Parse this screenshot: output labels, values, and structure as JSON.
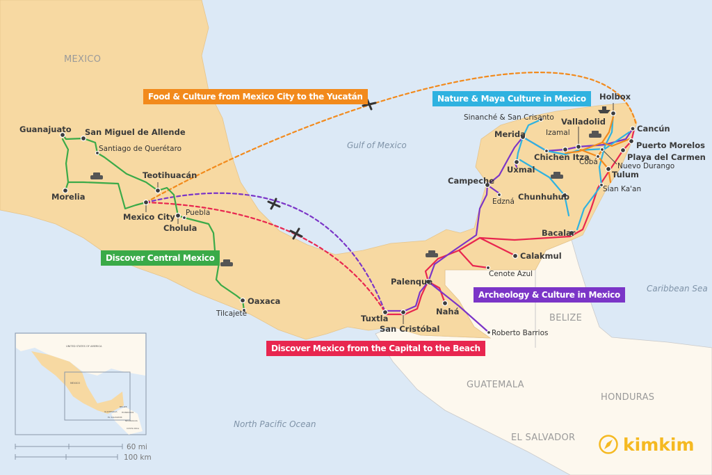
{
  "colors": {
    "water": "#dce9f6",
    "mexico": "#f7d9a2",
    "neighbors": "#fdf8ee",
    "orange": "#f28a1c",
    "cyan": "#2fb2e0",
    "green": "#3aaa48",
    "purple": "#7b35c7",
    "red": "#e8264f",
    "logo": "#f5b921"
  },
  "regions": {
    "mexico": "MEXICO",
    "gulf": "Gulf of Mexico",
    "caribbean": "Caribbean Sea",
    "pacific": "North Pacific Ocean",
    "belize": "BELIZE",
    "guatemala": "GUATEMALA",
    "honduras": "HONDURAS",
    "el_salvador": "EL SALVADOR"
  },
  "routes": {
    "food": "Food & Culture from Mexico City to the Yucatán",
    "nature": "Nature & Maya Culture in Mexico",
    "central": "Discover Central Mexico",
    "archeology": "Archeology & Culture in Mexico",
    "capital": "Discover Mexico from the Capital to the Beach"
  },
  "places": {
    "guanajuato": "Guanajuato",
    "san_miguel": "San Miguel de Allende",
    "queretaro": "Santiago de Querétaro",
    "teotihuacan": "Teotihuacán",
    "morelia": "Morelia",
    "mexico_city": "Mexico City",
    "cholula": "Cholula",
    "puebla": "Puebla",
    "oaxaca": "Oaxaca",
    "tilcajete": "Tilcajete",
    "holbox": "Holbox",
    "sinanche": "Sinanché & San Crisanto",
    "valladolid": "Valladolid",
    "izamal": "Izamal",
    "merida": "Merida",
    "chichen": "Chichen Itza",
    "cancun": "Cancún",
    "puerto_morelos": "Puerto Morelos",
    "playa": "Playa del Carmen",
    "coba": "Cobá",
    "nuevo_durango": "Nuevo Durango",
    "tulum": "Tulum",
    "sian_kaan": "Sian Ka'an",
    "uxmal": "Uxmal",
    "campeche": "Campeche",
    "edzna": "Edzná",
    "chunhuhub": "Chunhuhub",
    "bacalar": "Bacalar",
    "calakmul": "Calakmul",
    "cenote_azul": "Cenote Azul",
    "palenque": "Palenque",
    "naha": "Nahá",
    "tuxtla": "Tuxtla",
    "san_cristobal": "San Cristóbal",
    "roberto_barrios": "Roberto Barrios"
  },
  "inset": {
    "usa": "UNITED STATES OF AMERICA",
    "mexico": "MEXICO",
    "belize": "BELIZE",
    "guatemala": "GUATEMALA",
    "honduras": "HONDURAS",
    "el_salvador": "EL SALVADOR",
    "nicaragua": "NICARAGUA",
    "costa_rica": "COSTA RICA"
  },
  "scale": {
    "miles": "60 mi",
    "km": "100 km"
  },
  "logo": "kimkim"
}
